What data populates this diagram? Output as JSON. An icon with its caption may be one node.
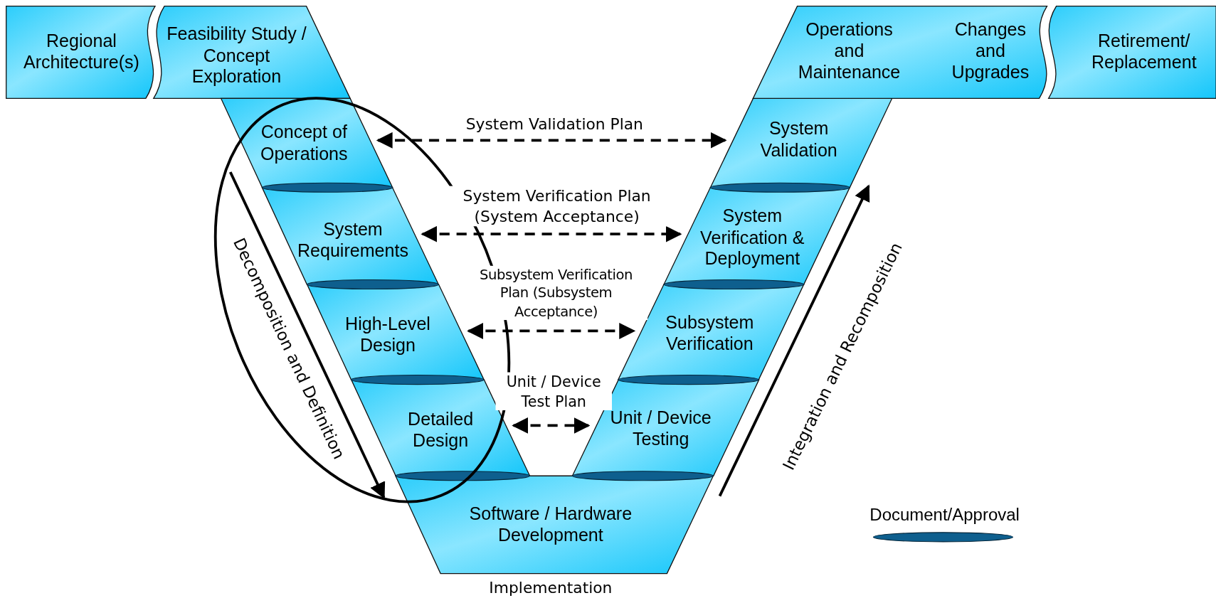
{
  "diagram": {
    "nodes": [
      {
        "text": [
          "Regional Architecture(s)"
        ]
      },
      {
        "text": [
          "Feasibility Study / Concept Exploration"
        ]
      },
      {
        "text": [
          "Concept of Operations"
        ]
      },
      {
        "text": [
          "System Requirements"
        ]
      },
      {
        "text": [
          "High-Level Design"
        ]
      },
      {
        "text": [
          "Detailed Design"
        ]
      },
      {
        "text": [
          "Software / Hardware Development"
        ],
        "beside": [
          "Implementation"
        ]
      },
      {
        "text": [
          "Unit / Device Testing"
        ]
      },
      {
        "text": [
          "Subsystem Verification"
        ]
      },
      {
        "text": [
          "System Verification & Deployment"
        ]
      },
      {
        "text": [
          "System Validation"
        ]
      },
      {
        "text": [
          "Operations and Maintenance",
          "Changes and Upgrades"
        ]
      },
      {
        "text": [
          "Retirement/ Replacement"
        ]
      }
    ],
    "edges": [
      {
        "from": 2,
        "to": 10,
        "arrow": "both",
        "style": "dashed",
        "label": "System Validation Plan"
      },
      {
        "from": 3,
        "to": 9,
        "arrow": "both",
        "style": "dashed",
        "label": "System Verification Plan (System Acceptance)"
      },
      {
        "from": 4,
        "to": 8,
        "arrow": "both",
        "style": "dashed",
        "label": "Subsystem Verification Plan (Subsystem Acceptance)"
      },
      {
        "from": 5,
        "to": 7,
        "arrow": "both",
        "style": "dashed",
        "label": "Unit / Device Test Plan"
      }
    ],
    "labels": [
      "Decomposition and Definition",
      "Integration and Recomposition"
    ],
    "legend": [
      {
        "text": "Document/Approval"
      }
    ]
  }
}
